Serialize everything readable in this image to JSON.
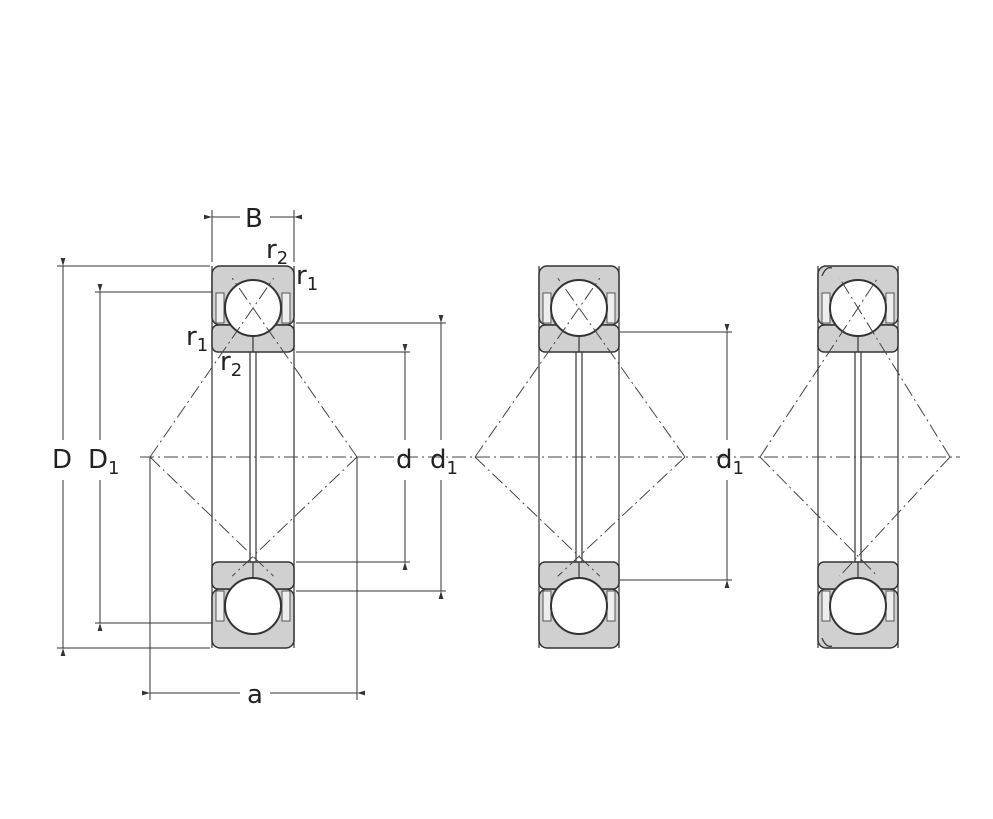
{
  "title": "Four-point contact ball bearing dimension drawing",
  "labels": {
    "B": "B",
    "a": "a",
    "D": "D",
    "D1_main": "D",
    "D1_sub": "1",
    "d": "d",
    "d1_main": "d",
    "d1_sub": "1",
    "r1_main": "r",
    "r1_sub": "1",
    "r2_main": "r",
    "r2_sub": "2"
  },
  "bearings": [
    {
      "name": "bearing-variant-1",
      "chamfer_notch": false
    },
    {
      "name": "bearing-variant-2",
      "chamfer_notch": false
    },
    {
      "name": "bearing-variant-3",
      "chamfer_notch": true
    }
  ],
  "colors": {
    "ring_fill": "#d0d0d0",
    "line": "#333333"
  }
}
